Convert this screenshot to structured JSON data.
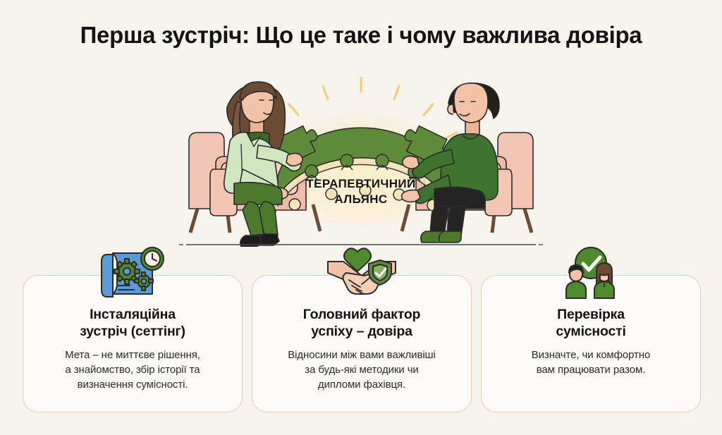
{
  "page": {
    "title": "Перша зустріч: Що це таке і чому важлива довіра",
    "background_color": "#F7F4EE"
  },
  "illustration": {
    "name": "therapy-session-puzzle-arch",
    "center_label_line1": "ТЕРАПЕВТИЧНИЙ",
    "center_label_line2": "АЛЬЯНС",
    "colors": {
      "armchair": "#F2C5B4",
      "armchair_shade": "#E8B2A0",
      "puzzle_green": "#5E8B3A",
      "puzzle_cream": "#F6E7BC",
      "glow": "#F7D98A",
      "skin": "#F3C3A8",
      "hair_woman": "#6B4A34",
      "hair_man": "#23201C",
      "blazer": "#CFE6C0",
      "sweater": "#3E7330",
      "trousers_woman": "#4C7A2C",
      "trousers_man": "#242424",
      "wood_leg": "#6E4B34"
    }
  },
  "cards": [
    {
      "icon": "blueprint-gears-clock-icon",
      "title": "Інсталяційна\nзустріч (сеттінг)",
      "title_line1": "Інсталяційна",
      "title_line2": "зустріч (сеттінг)",
      "body_line1": "Мета – не миттєве рішення,",
      "body_line2": "а знайомство, збір історії та",
      "body_line3": "визначення сумісності."
    },
    {
      "icon": "handshake-heart-shield-icon",
      "title": "Головний фактор\nуспіху – довіра",
      "title_line1": "Головний фактор",
      "title_line2": "успіху – довіра",
      "body_line1": "Відносини між вами важливіші",
      "body_line2": "за будь-які методики чи",
      "body_line3": "дипломи фахівця."
    },
    {
      "icon": "two-people-check-icon",
      "title": "Перевірка\nсумісності",
      "title_line1": "Перевірка",
      "title_line2": "сумісності",
      "body_line1": "Визначте, чи комфортно",
      "body_line2": "вам працювати разом.",
      "body_line3": ""
    }
  ],
  "theme": {
    "card_background": "#FCFBF8",
    "card_border": "#EAC9B7",
    "accent_green": "#4F7F33",
    "accent_blue": "#5B9BD5",
    "text_dark": "#141414"
  }
}
